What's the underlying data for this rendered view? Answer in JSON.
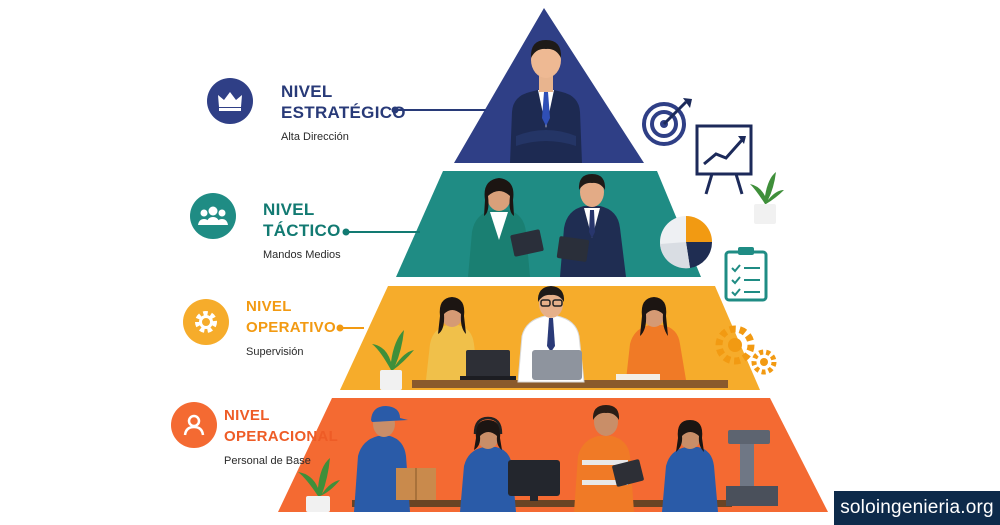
{
  "levels": [
    {
      "line1": "NIVEL",
      "line2": "ESTRATÉGICO",
      "subtitle": "Alta Dirección",
      "color": "#2f3f86",
      "title_color": "#283a78"
    },
    {
      "line1": "NIVEL",
      "line2": "TÁCTICO",
      "subtitle": "Mandos Medios",
      "color": "#1f8c84",
      "title_color": "#127a72"
    },
    {
      "line1": "NIVEL",
      "line2": "OPERATIVO",
      "subtitle": "Supervisión",
      "color": "#f6ac2b",
      "title_color": "#f29a12"
    },
    {
      "line1": "NIVEL",
      "line2": "OPERACIONAL",
      "subtitle": "Personal de Base",
      "color": "#f46a32",
      "title_color": "#ee5c26"
    }
  ],
  "icons": {
    "level1": "crown-icon",
    "level2": "group-icon",
    "level3": "gear-icon",
    "level4": "person-icon"
  },
  "brand": {
    "text": "soloingenieria.org",
    "background": "#0d2a4a"
  }
}
